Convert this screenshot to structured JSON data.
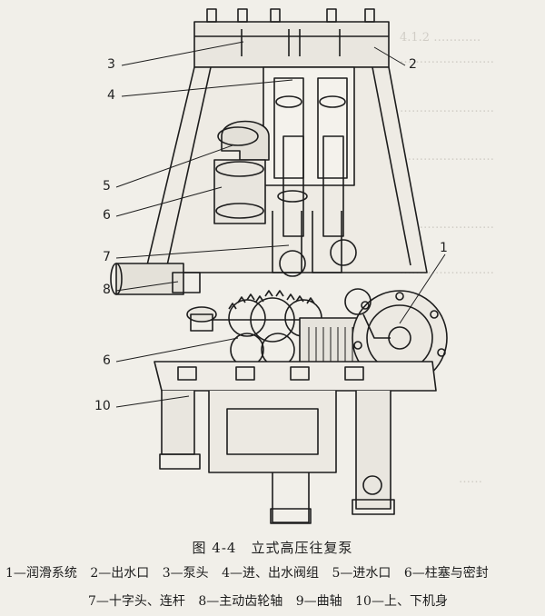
{
  "figure": {
    "caption": "图 4-4　立式高压往复泵",
    "callouts": [
      "1",
      "2",
      "3",
      "4",
      "5",
      "6",
      "7",
      "8",
      "6",
      "10"
    ],
    "legend": [
      "1—润滑系统",
      "2—出水口",
      "3—泵头",
      "4—进、出水阀组",
      "5—进水口",
      "6—柱塞与密封",
      "7—十字头、连杆",
      "8—主动齿轮轴",
      "9—曲轴",
      "10—上、下机身"
    ]
  },
  "colors": {
    "ink": "#1d1d1d",
    "paper": "#f1efe9",
    "bleed": "#b7b3ab"
  }
}
